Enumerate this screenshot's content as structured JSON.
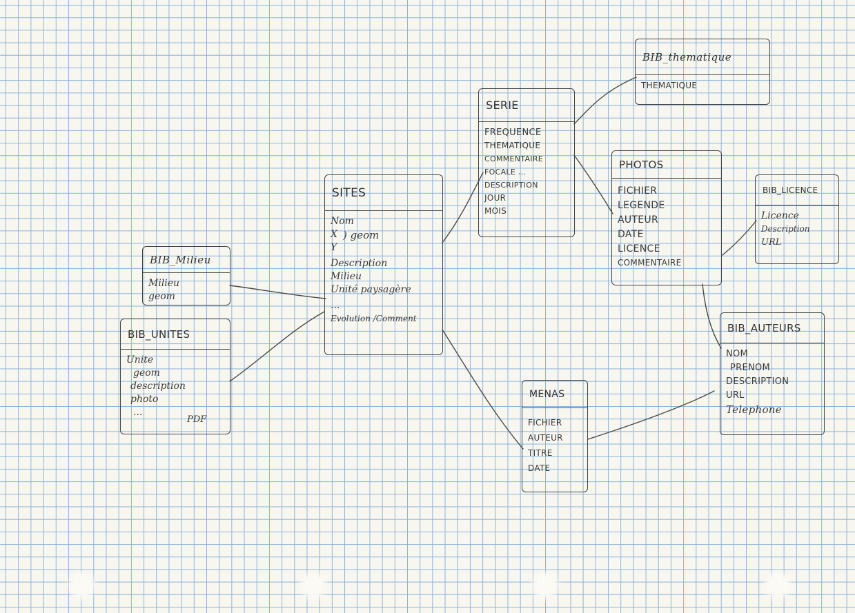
{
  "tables": {
    "bib_milieu": {
      "title": "BIB_Milieu",
      "fields": [
        "Milieu",
        "geom"
      ]
    },
    "bib_unites": {
      "title": "BIB_UNITES",
      "fields": [
        "Unite",
        "geom",
        "description",
        "photo",
        "...",
        "PDF"
      ]
    },
    "sites": {
      "title": "SITES",
      "fields": [
        "Nom",
        "X",
        "Y",
        ") geom",
        "Description",
        "Milieu",
        "Unité paysagère",
        "...",
        "Evolution /Comment"
      ]
    },
    "serie": {
      "title": "SERIE",
      "fields": [
        "FREQUENCE",
        "THEMATIQUE",
        "COMMENTAIRE",
        "FOCALE ...",
        "DESCRIPTION",
        "JOUR",
        "MOIS"
      ]
    },
    "bib_thematique": {
      "title": "BIB_thematique",
      "fields": [
        "THEMATIQUE"
      ]
    },
    "photos": {
      "title": "PHOTOS",
      "fields": [
        "FICHIER",
        "LEGENDE",
        "AUTEUR",
        "DATE",
        "LICENCE",
        "COMMENTAIRE"
      ]
    },
    "bib_licence": {
      "title": "BIB_LICENCE",
      "fields": [
        "Licence",
        "Description",
        "URL"
      ]
    },
    "bib_auteurs": {
      "title": "BIB_AUTEURS",
      "fields": [
        "NOM",
        "PRENOM",
        "DESCRIPTION",
        "URL",
        "Telephone"
      ]
    },
    "menas": {
      "title": "MENAS",
      "fields": [
        "FICHIER",
        "AUTEUR",
        "TITRE",
        "DATE"
      ]
    }
  },
  "colors": {
    "grid": "#8cb3da",
    "paper": "#f7f6ef",
    "ink": "#444444"
  }
}
